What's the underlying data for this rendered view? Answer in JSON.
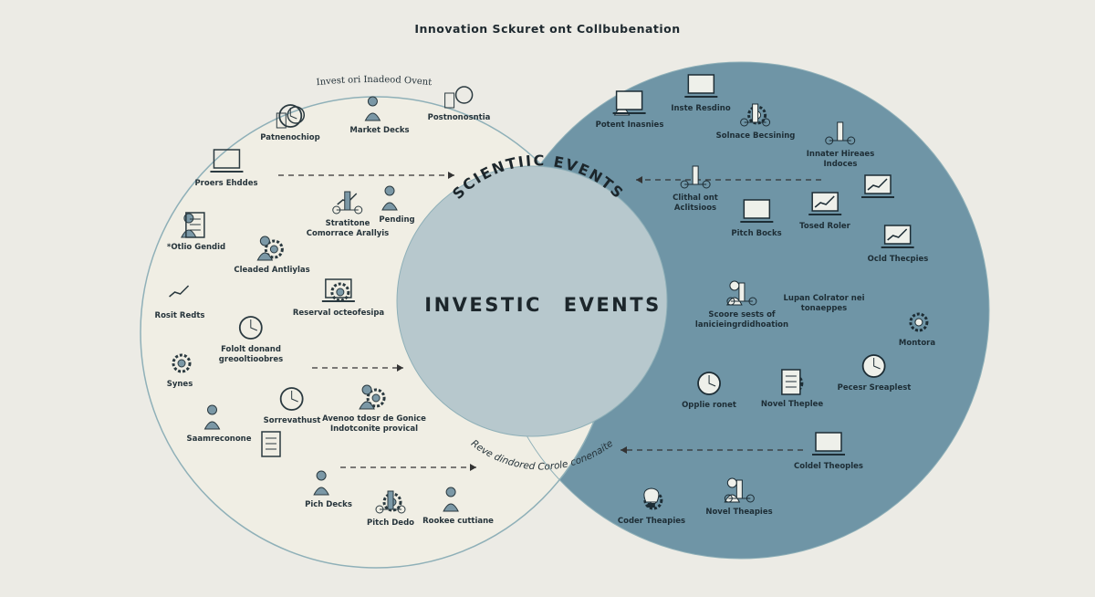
{
  "title": "Innovation Sckuret ont Collbubenation",
  "colors": {
    "background": "#ecebe5",
    "left_fill": "#f0eee4",
    "right_fill": "#6f95a6",
    "center_fill": "#b7c8cd",
    "outline": "#8fb0b8",
    "ink": "#26343b"
  },
  "left_circle": {
    "arc_label": "Invest ori Inadeod Ovent",
    "items": [
      {
        "label": [
          "Patnenochiop"
        ],
        "icon": "coins-target-icon"
      },
      {
        "label": [
          "Market Decks"
        ],
        "icon": "team-icon"
      },
      {
        "label": [
          "Postnonosntia"
        ],
        "icon": "money-box-icon"
      },
      {
        "label": [
          "Proers Ehddes"
        ],
        "icon": "dashboard-icon"
      },
      {
        "label": [
          "Stratitone",
          "Comorrace Arallyis"
        ],
        "icon": "chart-chess-icon"
      },
      {
        "label": [
          "Pending"
        ],
        "icon": "group-icon"
      },
      {
        "label": [
          "*Otlio Gendid"
        ],
        "icon": "person-document-icon"
      },
      {
        "label": [
          "Cleaded Antliylas"
        ],
        "icon": "person-gears-icon"
      },
      {
        "label": [
          "Rosit Redts"
        ],
        "icon": "growth-icon"
      },
      {
        "label": [
          "Reserval octeofesipa"
        ],
        "icon": "monitor-gear-icon"
      },
      {
        "label": [
          "Fololt donand",
          "greooltioobres"
        ],
        "icon": "eye-icon"
      },
      {
        "label": [
          "Synes"
        ],
        "icon": "gear-icon"
      },
      {
        "label": [
          "Sorrevathust"
        ],
        "icon": "badge-icon"
      },
      {
        "label": [
          "Saamreconone"
        ],
        "icon": "meeting-icon"
      },
      {
        "label": [
          "Avenoo tdosr de Gonice",
          "Indotconite provical"
        ],
        "icon": "person-gear-icon"
      },
      {
        "label": [
          ""
        ],
        "icon": "checklist-icon"
      },
      {
        "label": [
          "Pich Decks"
        ],
        "icon": "group-icon"
      },
      {
        "label": [
          "Pitch Dedo"
        ],
        "icon": "gear-tube-icon"
      },
      {
        "label": [
          "Rookee cuttiane"
        ],
        "icon": "people-icon"
      }
    ]
  },
  "center_circle": {
    "arc_top": "SCIENTIIC EVENTS",
    "main": "INVESTIC EVENTS",
    "arc_bottom": "Reve dindored Corole conenaite"
  },
  "right_circle": {
    "items": [
      {
        "label": [
          "Potent Inasnies"
        ],
        "icon": "laptop-user-icon"
      },
      {
        "label": [
          "Inste Resdino"
        ],
        "icon": "laptop-grid-icon"
      },
      {
        "label": [
          "Solnace Becsining"
        ],
        "icon": "gears-arrow-icon"
      },
      {
        "label": [
          "Innater Hireaes",
          "Indoces"
        ],
        "icon": "machine-icon"
      },
      {
        "label": [
          "Clithal ont",
          "Aclitsioos"
        ],
        "icon": "network-icon"
      },
      {
        "label": [
          "Pitch Bocks"
        ],
        "icon": "presentation-icon"
      },
      {
        "label": [
          "Tosed Roler"
        ],
        "icon": "laptop-chart-icon"
      },
      {
        "label": [
          ""
        ],
        "icon": "tablet-chart-icon"
      },
      {
        "label": [
          "Ocld Thecpies"
        ],
        "icon": "monitor-graph-icon"
      },
      {
        "label": [
          "Lupan Colrator nei",
          "tonaeppes"
        ],
        "icon": "none"
      },
      {
        "label": [
          "Scoore sests of",
          "lanicieingrdidhoation"
        ],
        "icon": "people-tools-icon"
      },
      {
        "label": [
          "Montora"
        ],
        "icon": "gear-icon"
      },
      {
        "label": [
          "Opplie ronet"
        ],
        "icon": "globe-icon"
      },
      {
        "label": [
          "Novel Theplee"
        ],
        "icon": "document-gear-icon"
      },
      {
        "label": [
          "Pecesr Sreaplest"
        ],
        "icon": "clock-gear-icon"
      },
      {
        "label": [
          "Coldel Theoples"
        ],
        "icon": "phone-tool-icon"
      },
      {
        "label": [
          "Coder Theapies"
        ],
        "icon": "lightbulb-gear-icon"
      },
      {
        "label": [
          "Novel Theapies"
        ],
        "icon": "network-people-icon"
      }
    ]
  }
}
